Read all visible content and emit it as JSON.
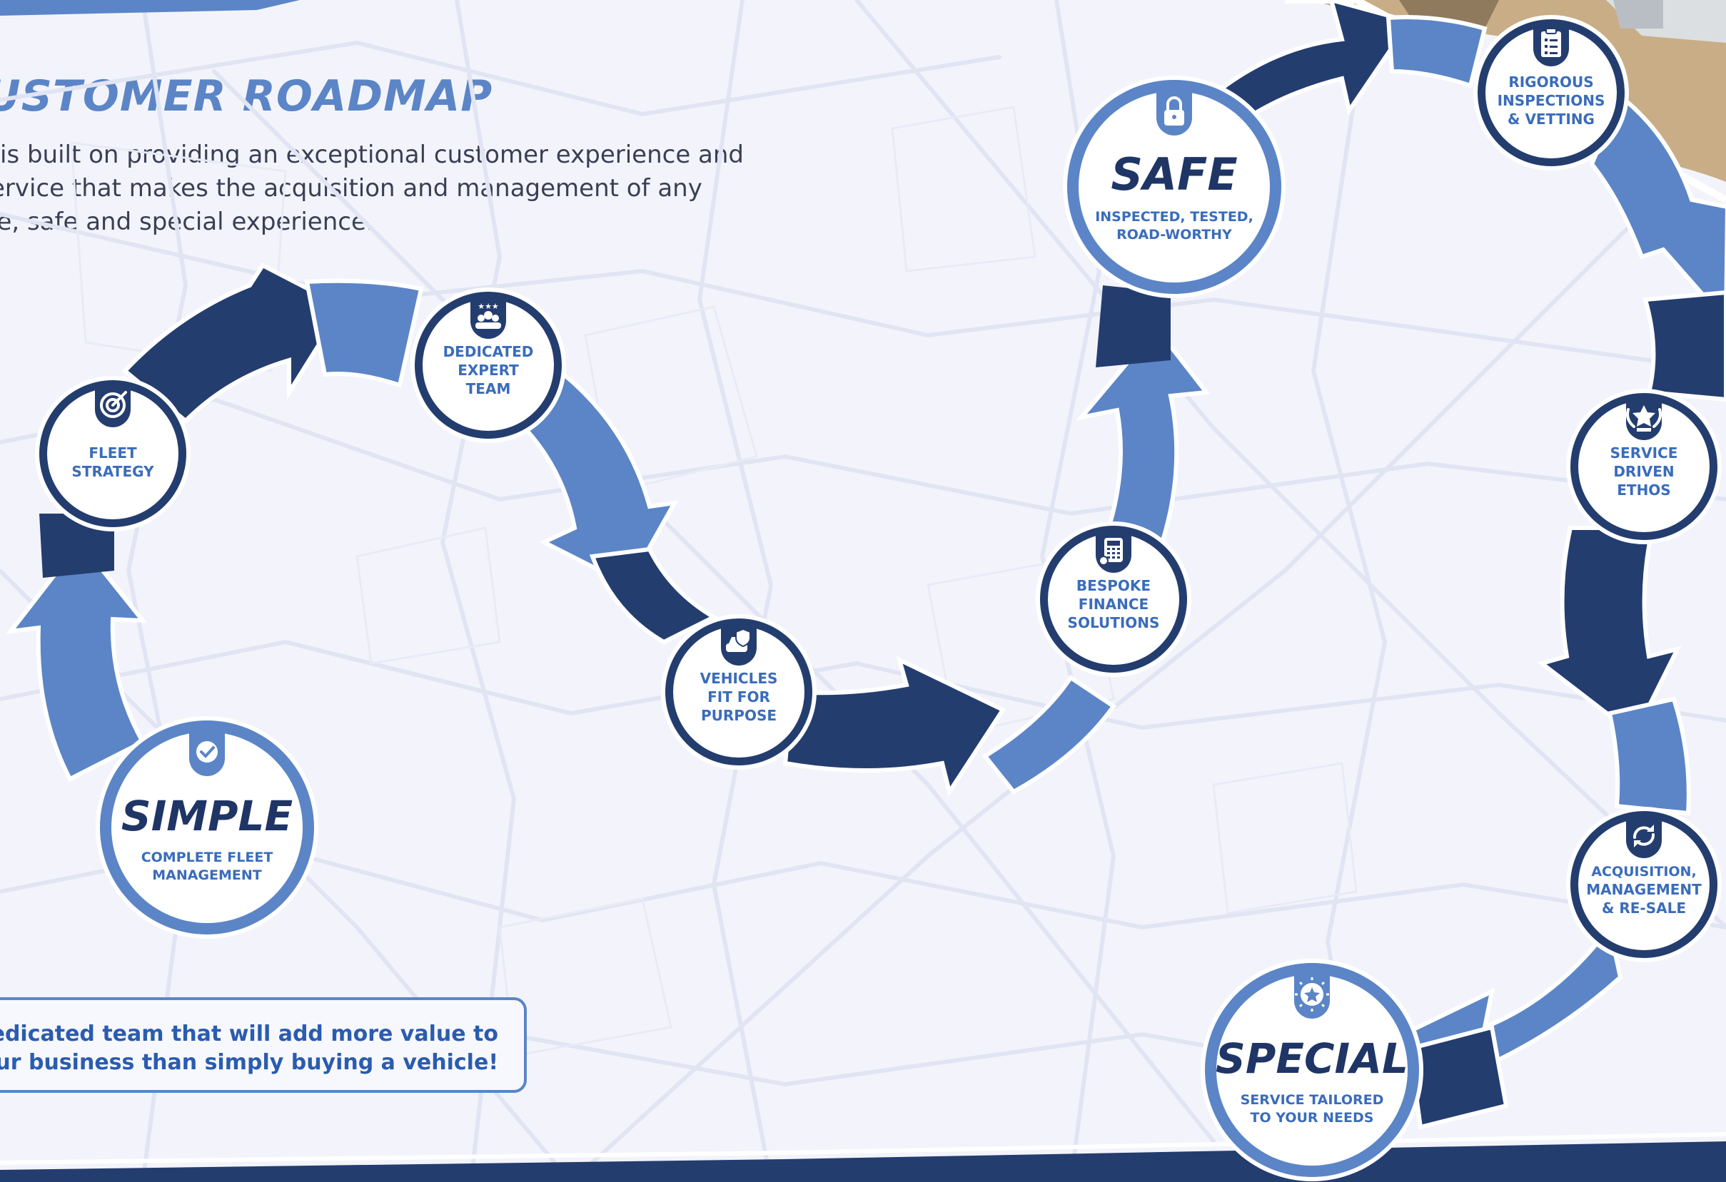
{
  "header": {
    "title": "USTOMER ROADMAP",
    "intro_lines": [
      "is built on providing an exceptional customer experience and",
      "ervice that makes the acquisition and management of any",
      "le, safe and special experience."
    ]
  },
  "callout": {
    "lines": [
      "dedicated team that will add more value to",
      "ur business than simply buying a vehicle!"
    ]
  },
  "colors": {
    "dark_navy": "#243d6f",
    "mid_blue": "#5b85c6",
    "light_bg": "#f3f4fb",
    "map_lines": "#e2e5f3",
    "circle_fill": "#ffffff",
    "text_navy": "#1f3566",
    "label_blue": "#3a6cbb"
  },
  "steps": [
    {
      "id": "simple",
      "title": "SIMPLE",
      "lines": [
        "COMPLETE FLEET",
        "MANAGEMENT"
      ],
      "icon": "badge-check-icon",
      "major": true
    },
    {
      "id": "fleet-strategy",
      "lines": [
        "FLEET",
        "STRATEGY"
      ],
      "icon": "target-icon",
      "major": false
    },
    {
      "id": "dedicated-expert-team",
      "lines": [
        "DEDICATED",
        "EXPERT",
        "TEAM"
      ],
      "icon": "team-icon",
      "major": false
    },
    {
      "id": "vehicles-fit-for-purpose",
      "lines": [
        "VEHICLES",
        "FIT FOR",
        "PURPOSE"
      ],
      "icon": "car-shield-icon",
      "major": false
    },
    {
      "id": "bespoke-finance-solutions",
      "lines": [
        "BESPOKE",
        "FINANCE",
        "SOLUTIONS"
      ],
      "icon": "calculator-icon",
      "major": false
    },
    {
      "id": "safe",
      "title": "SAFE",
      "lines": [
        "INSPECTED, TESTED,",
        "ROAD-WORTHY"
      ],
      "icon": "lock-icon",
      "major": true
    },
    {
      "id": "rigorous-inspections",
      "lines": [
        "RIGOROUS",
        "INSPECTIONS",
        "& VETTING"
      ],
      "icon": "clipboard-icon",
      "major": false
    },
    {
      "id": "service-driven-ethos",
      "lines": [
        "SERVICE",
        "DRIVEN",
        "ETHOS"
      ],
      "icon": "award-icon",
      "major": false
    },
    {
      "id": "acquisition-management",
      "lines": [
        "ACQUISITION,",
        "MANAGEMENT",
        "& RE-SALE"
      ],
      "icon": "cycle-icon",
      "major": false
    },
    {
      "id": "special",
      "title": "SPECIAL",
      "lines": [
        "SERVICE TAILORED",
        "TO YOUR NEEDS"
      ],
      "icon": "star-badge-icon",
      "major": true
    }
  ]
}
